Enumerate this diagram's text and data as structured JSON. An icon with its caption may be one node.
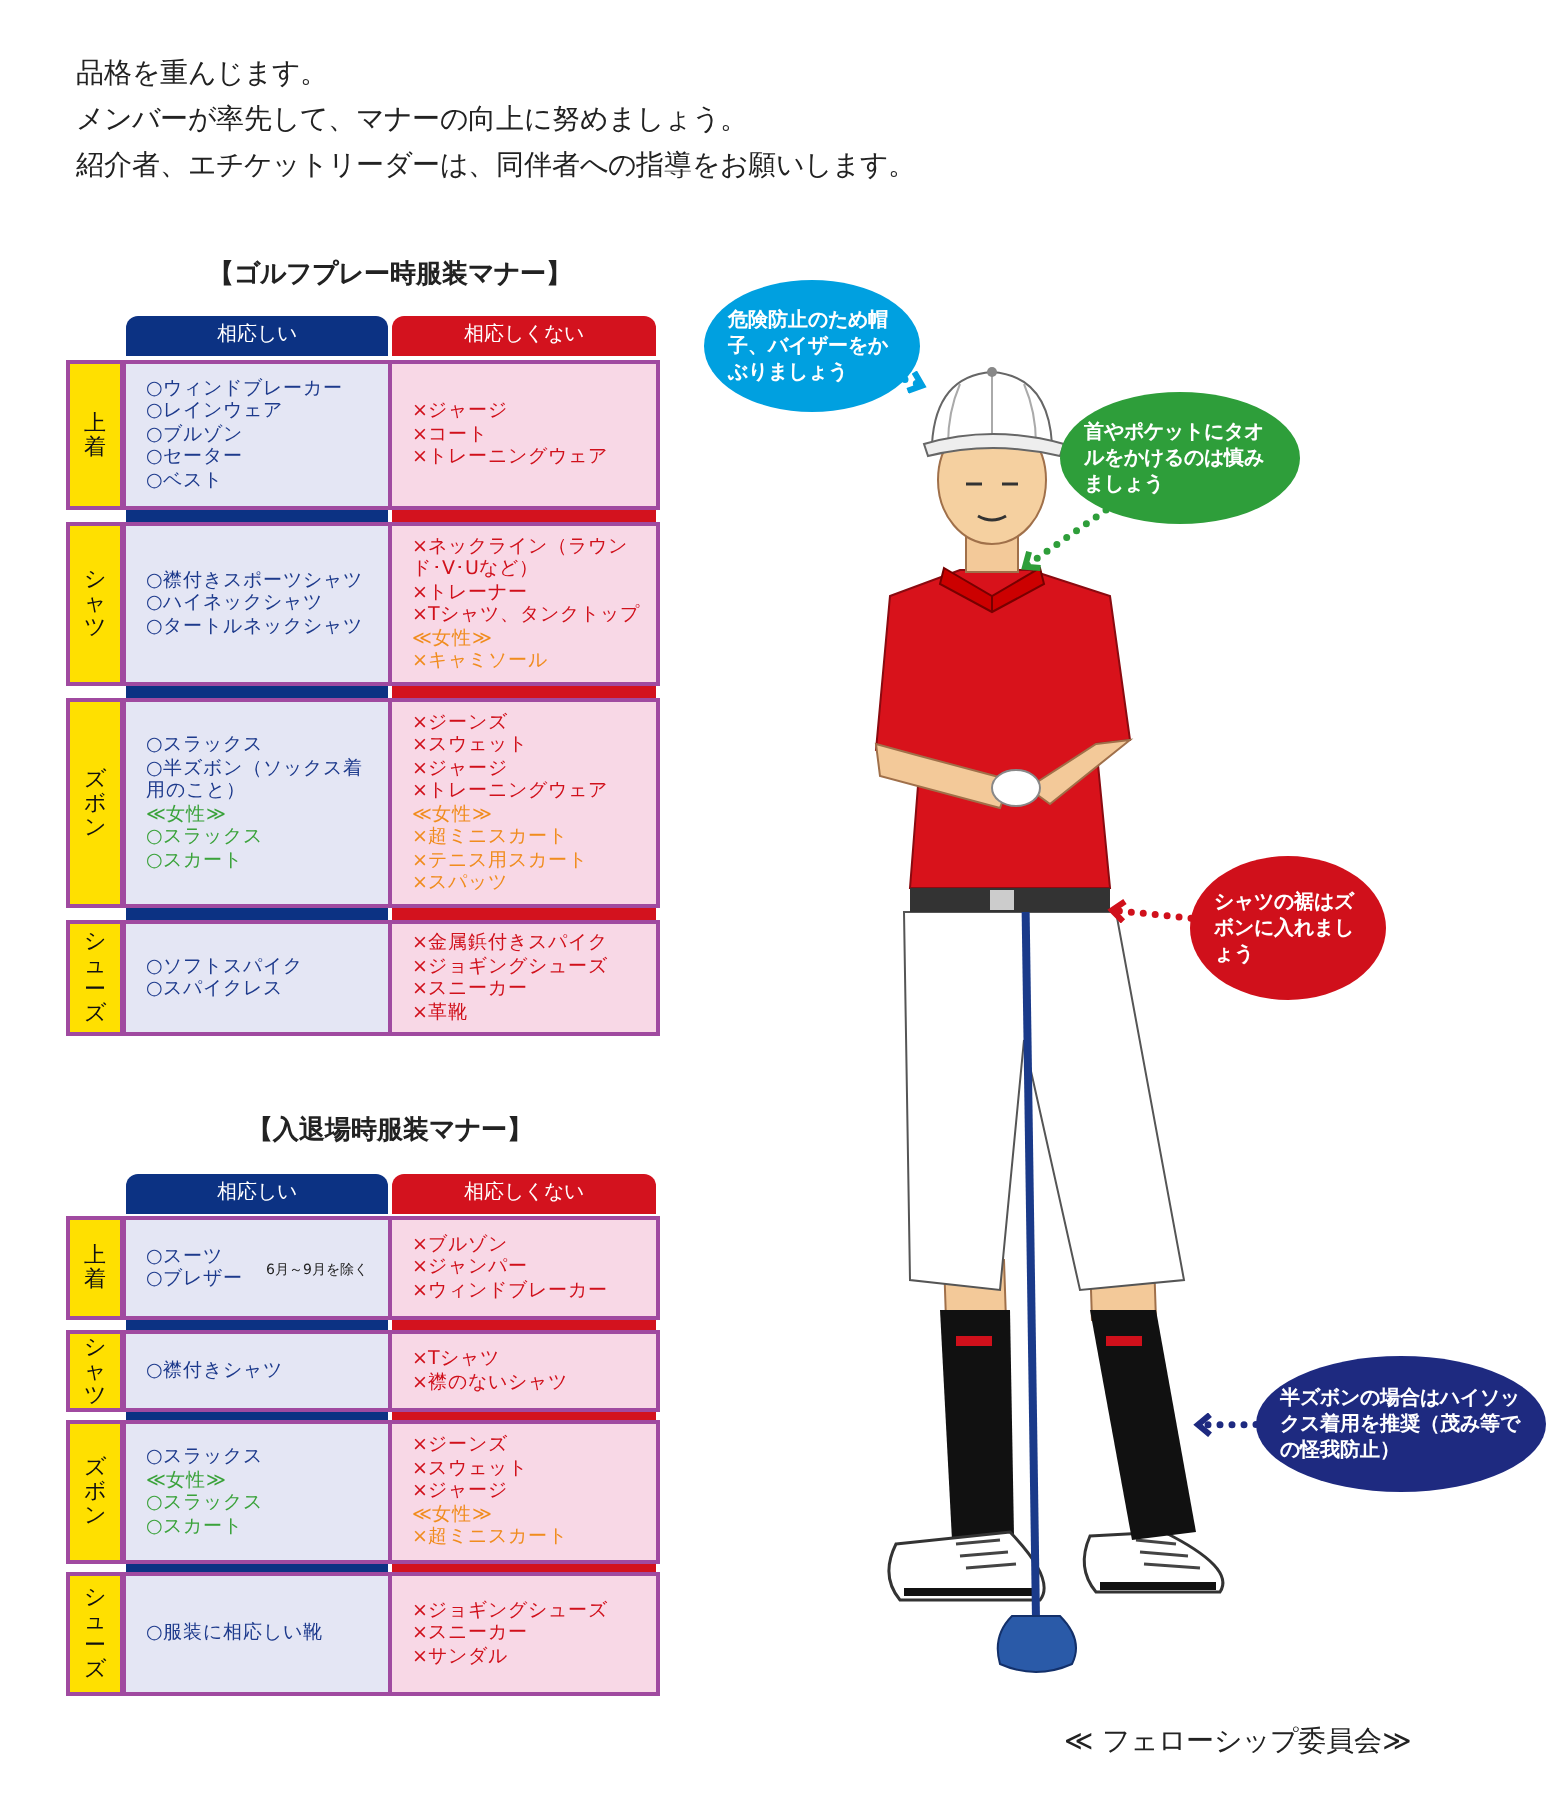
{
  "diagram": {
    "nodes": [
      {
        "text": [
          "危険防止のため帽子、バイザーをかぶりましょう"
        ]
      },
      {
        "text": [
          "首やポケットにタオルをかけるのは慎みましょう"
        ]
      },
      {
        "text": [
          "シャツの裾はズボンに入れましょう"
        ]
      },
      {
        "text": [
          "半ズボンの場合はハイソックス着用を推奨（茂み等での怪我防止）"
        ]
      },
      {
        "text": [],
        "shape": "picture"
      },
      {
        "text": [],
        "shape": "picture"
      },
      {
        "text": [],
        "shape": "picture"
      },
      {
        "text": [],
        "shape": "picture"
      }
    ],
    "edges": [
      {
        "from": 0,
        "to": 4,
        "arrow": "to",
        "style": "dashed",
        "color": "#00a0e0"
      },
      {
        "from": 1,
        "to": 5,
        "arrow": "to",
        "style": "dashed",
        "color": "#2e9e3a"
      },
      {
        "from": 2,
        "to": 6,
        "arrow": "to",
        "style": "dashed",
        "color": "#d0101b"
      },
      {
        "from": 3,
        "to": 7,
        "arrow": "to",
        "style": "dashed",
        "color": "#1e2a80"
      }
    ],
    "labels": [
      "品格を重んじます。",
      "メンバーが率先して、マナーの向上に努めましょう。",
      "紹介者、エチケットリーダーは、同伴者への指導をお願いします。",
      "【ゴルフプレー時服装マナー】",
      "相応しい",
      "相応しくない",
      "上着",
      "○ウィンドブレーカー",
      "○レインウェア",
      "○ブルゾン",
      "○セーター",
      "○ベスト",
      "×ジャージ",
      "×コート",
      "×トレーニングウェア",
      "シャツ",
      "○襟付きスポーツシャツ",
      "○ハイネックシャツ",
      "○タートルネックシャツ",
      "×ネックライン（ラウンド･V･Uなど）",
      "×トレーナー",
      "×Tシャツ、タンクトップ",
      "≪女性≫",
      "×キャミソール",
      "ズボン",
      "○スラックス",
      "○半ズボン（ソックス着用のこと）",
      "≪女性≫",
      "○スラックス",
      "○スカート",
      "×ジーンズ",
      "×スウェット",
      "×ジャージ",
      "×トレーニングウェア",
      "≪女性≫",
      "×超ミニスカート",
      "×テニス用スカート",
      "×スパッツ",
      "シューズ",
      "○ソフトスパイク",
      "○スパイクレス",
      "×金属鋲付きスパイク",
      "×ジョギングシューズ",
      "×スニーカー",
      "×革靴",
      "【入退場時服装マナー】",
      "相応しい",
      "相応しくない",
      "上着",
      "○スーツ",
      "○ブレザー",
      "6月～9月を除く",
      "×ブルゾン",
      "×ジャンパー",
      "×ウィンドブレーカー",
      "シャツ",
      "○襟付きシャツ",
      "×Tシャツ",
      "×襟のないシャツ",
      "ズボン",
      "○スラックス",
      "≪女性≫",
      "○スラックス",
      "○スカート",
      "×ジーンズ",
      "×スウェット",
      "×ジャージ",
      "≪女性≫",
      "×超ミニスカート",
      "シューズ",
      "○服装に相応しい靴",
      "×ジョギングシューズ",
      "×スニーカー",
      "×サンダル",
      "≪ フェローシップ委員会≫"
    ]
  }
}
